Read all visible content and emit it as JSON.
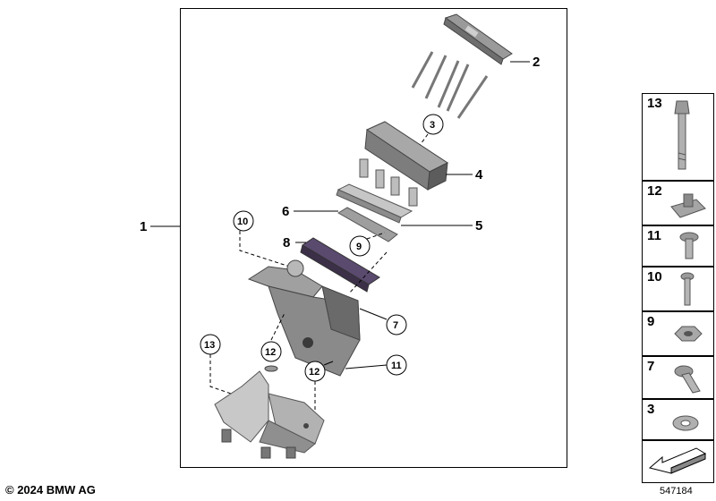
{
  "diagram": {
    "main_label": "1",
    "callouts": {
      "c2": "2",
      "c3": "3",
      "c4": "4",
      "c5": "5",
      "c6": "6",
      "c7": "7",
      "c8": "8",
      "c9": "9",
      "c10": "10",
      "c11": "11",
      "c12a": "12",
      "c12b": "12",
      "c13": "13"
    }
  },
  "side_panel": {
    "items": [
      "13",
      "12",
      "11",
      "10",
      "9",
      "7",
      "3"
    ]
  },
  "footer": {
    "copyright": "© 2024 BMW AG",
    "diagram_number": "547184"
  }
}
